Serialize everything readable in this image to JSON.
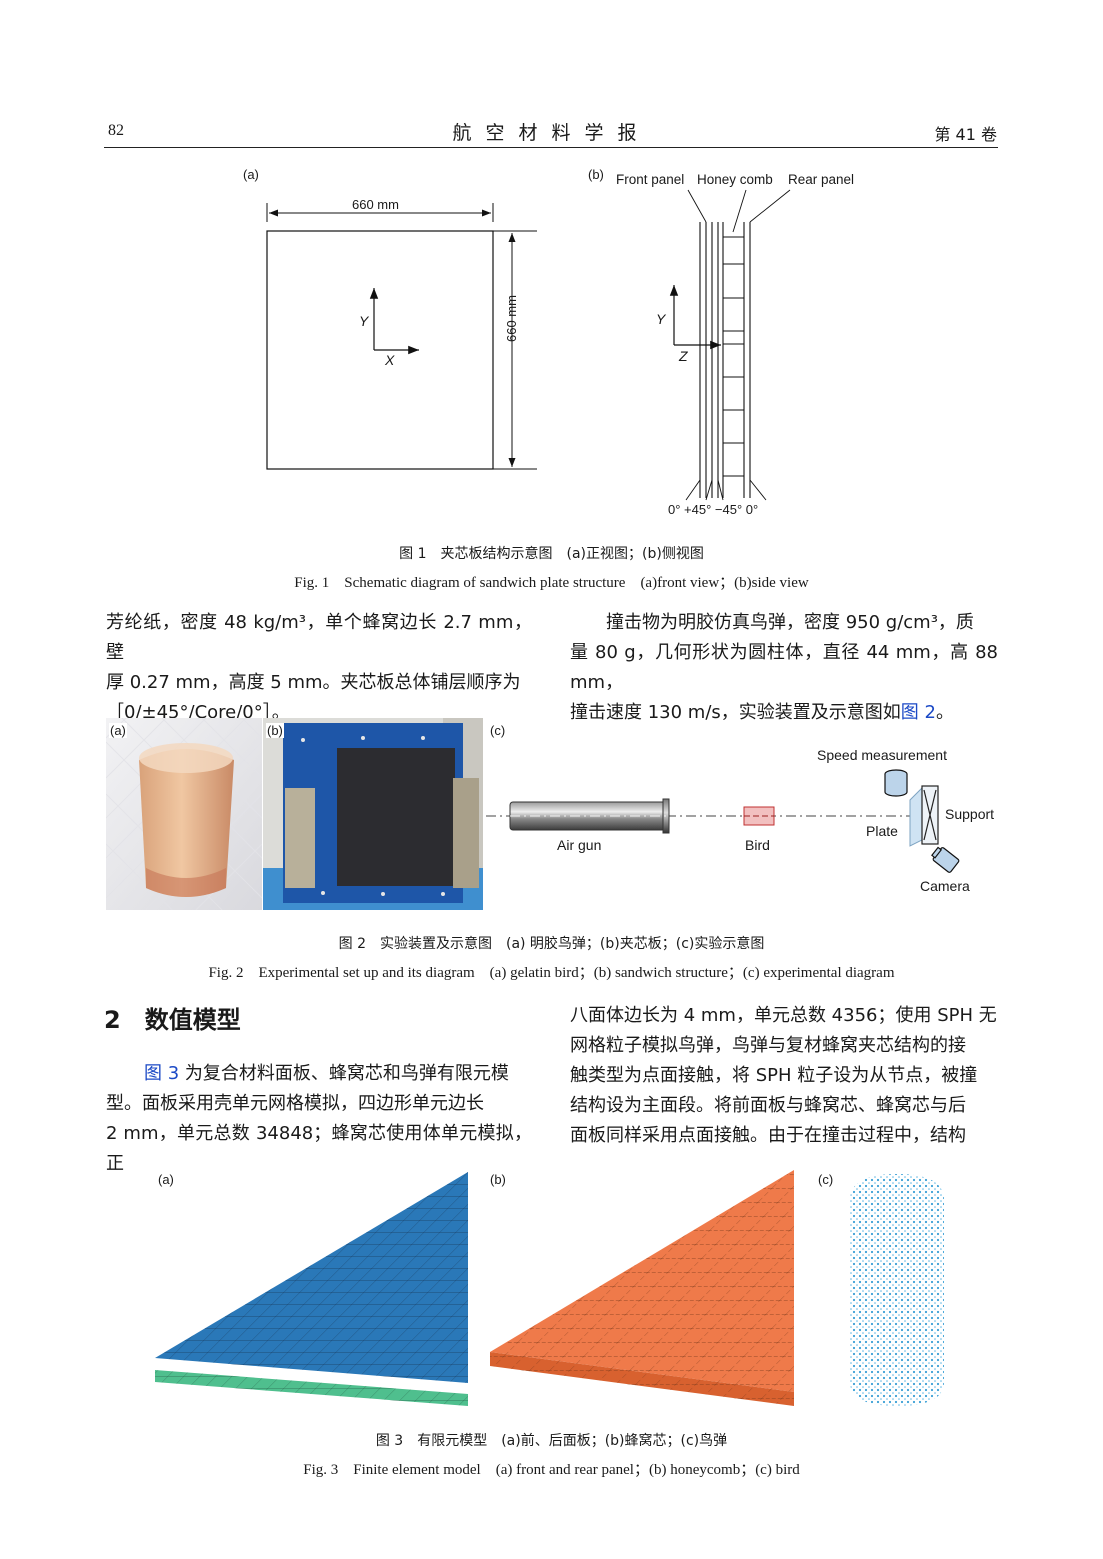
{
  "header": {
    "page_number": "82",
    "journal_title": "航空材料学报",
    "volume": "第 41 卷"
  },
  "figure1": {
    "label_a": "(a)",
    "label_b": "(b)",
    "width_dim": "660 mm",
    "height_dim": "660 mm",
    "axis_y": "Y",
    "axis_x": "X",
    "axis_z": "Z",
    "layer_labels": [
      "Front panel",
      "Honey comb",
      "Rear panel"
    ],
    "ply_angles": "0° +45° −45° 0°",
    "caption_cn": "图 1　夹芯板结构示意图　(a)正视图；(b)侧视图",
    "caption_en": "Fig. 1　Schematic diagram of sandwich plate structure　(a)front view；(b)side view"
  },
  "text_block1": {
    "left": [
      "芳纶纸，密度 48 kg/m³，单个蜂窝边长 2.7 mm，壁",
      "厚 0.27 mm，高度 5 mm。夹芯板总体铺层顺序为",
      "［0/±45°/Core/0°］。"
    ],
    "right_l1": "撞击物为明胶仿真鸟弹，密度 950 g/cm³，质",
    "right_l2": "量 80 g，几何形状为圆柱体，直径 44 mm，高 88 mm，",
    "right_l3_pre": "撞击速度 130 m/s，实验装置及示意图如",
    "right_l3_link": "图 2",
    "right_l3_post": "。"
  },
  "figure2": {
    "label_a": "(a)",
    "label_b": "(b)",
    "label_c": "(c)",
    "speed_measurement": "Speed measurement",
    "support": "Support",
    "plate": "Plate",
    "air_gun": "Air gun",
    "bird": "Bird",
    "camera": "Camera",
    "caption_cn": "图 2　实验装置及示意图　(a) 明胶鸟弹；(b)夹芯板；(c)实验示意图",
    "caption_en": "Fig. 2　Experimental set up and its diagram　(a) gelatin bird；(b) sandwich structure；(c) experimental diagram"
  },
  "section2": {
    "heading": "2　数值模型",
    "left_l1_link": "图 3",
    "left_l1_post": " 为复合材料面板、蜂窝芯和鸟弹有限元模",
    "left_l2": "型。面板采用壳单元网格模拟，四边形单元边长",
    "left_l3": "2 mm，单元总数 34848；蜂窝芯使用体单元模拟，正",
    "right": [
      "八面体边长为 4 mm，单元总数 4356；使用 SPH 无",
      "网格粒子模拟鸟弹，鸟弹与复材蜂窝夹芯结构的接",
      "触类型为点面接触，将 SPH 粒子设为从节点，被撞",
      "结构设为主面段。将前面板与蜂窝芯、蜂窝芯与后",
      "面板同样采用点面接触。由于在撞击过程中，结构"
    ]
  },
  "figure3": {
    "label_a": "(a)",
    "label_b": "(b)",
    "label_c": "(c)",
    "caption_cn": "图 3　有限元模型　(a)前、后面板；(b)蜂窝芯；(c)鸟弹",
    "caption_en": "Fig. 3　Finite element model　(a) front and rear panel；(b) honeycomb；(c) bird"
  },
  "colors": {
    "front_panel": "#2a78b8",
    "rear_panel": "#4fbf8e",
    "honeycomb": "#ef7a4a",
    "bird_particles": "#3a9fd6",
    "link": "#1b49c6"
  }
}
